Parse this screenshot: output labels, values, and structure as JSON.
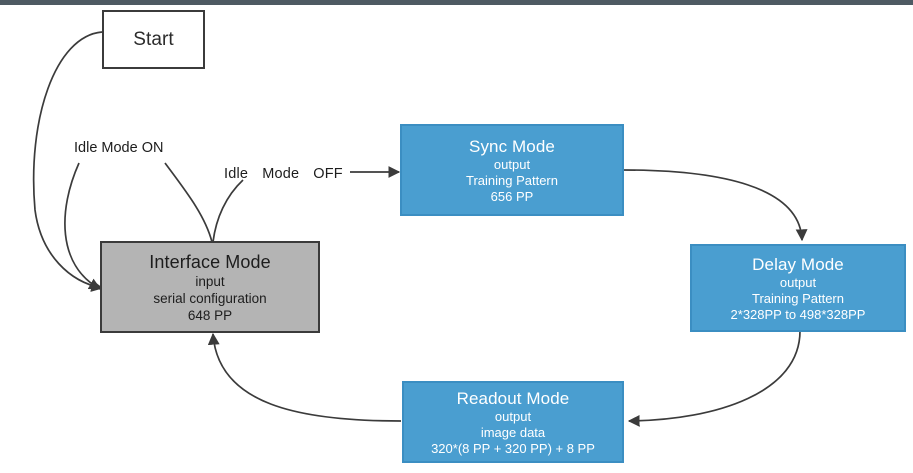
{
  "diagram": {
    "type": "state-machine-flowchart",
    "title": "",
    "colors": {
      "blue_fill": "#4a9ed0",
      "blue_border": "#3b8ec2",
      "gray_fill": "#b4b4b4",
      "node_border": "#3b3b3b",
      "edge_stroke": "#3b3b3b",
      "blue_text": "#ffffff",
      "dark_text": "#1d1d1d",
      "top_strip": "#4e5a63",
      "background": "#ffffff"
    },
    "nodes": [
      {
        "id": "start",
        "style": "white",
        "title": "Start",
        "lines": []
      },
      {
        "id": "interface-mode",
        "style": "gray",
        "title": "Interface Mode",
        "lines": [
          "input",
          "serial configuration",
          "648 PP"
        ]
      },
      {
        "id": "sync-mode",
        "style": "blue",
        "title": "Sync Mode",
        "lines": [
          "output",
          "Training Pattern",
          "656 PP"
        ]
      },
      {
        "id": "delay-mode",
        "style": "blue",
        "title": "Delay Mode",
        "lines": [
          "output",
          "Training Pattern",
          "2*328PP to 498*328PP"
        ]
      },
      {
        "id": "readout-mode",
        "style": "blue",
        "title": "Readout Mode",
        "lines": [
          "output",
          "image data",
          "320*(8 PP + 320 PP) + 8 PP"
        ]
      }
    ],
    "edge_labels": {
      "idle_on": "Idle Mode ON",
      "idle_off_word1": "Idle",
      "idle_off_word2": "Mode",
      "idle_off_word3": "OFF"
    },
    "edges": [
      {
        "from": "start",
        "to": "interface-mode",
        "label": ""
      },
      {
        "from": "interface-mode",
        "to": "interface-mode",
        "label": "Idle Mode ON"
      },
      {
        "from": "interface-mode",
        "to": "sync-mode",
        "label": "Idle Mode OFF"
      },
      {
        "from": "sync-mode",
        "to": "delay-mode",
        "label": ""
      },
      {
        "from": "delay-mode",
        "to": "readout-mode",
        "label": ""
      },
      {
        "from": "readout-mode",
        "to": "interface-mode",
        "label": ""
      }
    ]
  }
}
